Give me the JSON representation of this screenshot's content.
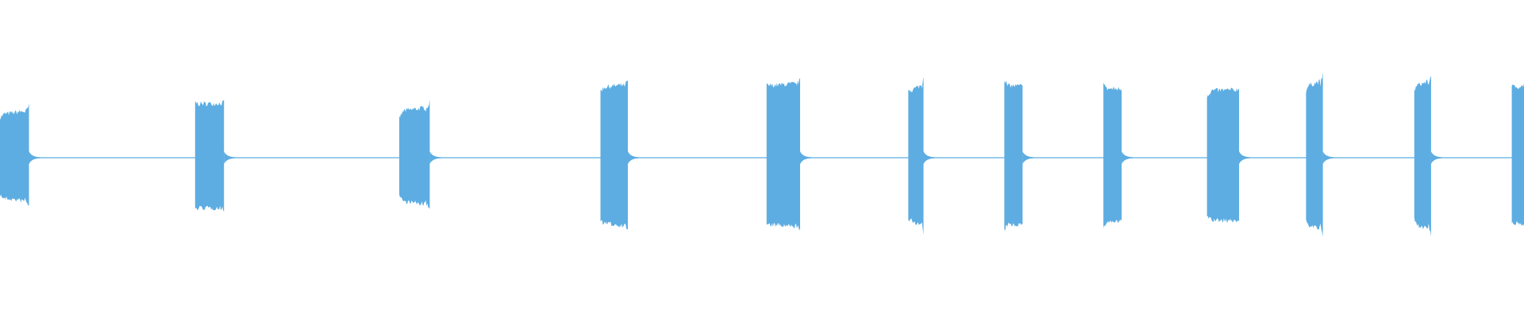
{
  "waveform": {
    "color": "#5DADE2",
    "baseline_color": "#5DADE2",
    "duration": 1.0,
    "bursts": [
      {
        "start": 0.0,
        "end": 0.019,
        "peak_start": 0.48,
        "peak_end": 0.62,
        "sustain": 0.52
      },
      {
        "start": 0.128,
        "end": 0.147,
        "peak_start": 0.66,
        "peak_end": 0.66,
        "sustain": 0.64
      },
      {
        "start": 0.262,
        "end": 0.282,
        "peak_start": 0.48,
        "peak_end": 0.66,
        "sustain": 0.56
      },
      {
        "start": 0.394,
        "end": 0.412,
        "peak_start": 0.8,
        "peak_end": 0.92,
        "sustain": 0.84
      },
      {
        "start": 0.503,
        "end": 0.525,
        "peak_start": 0.86,
        "peak_end": 0.92,
        "sustain": 0.86
      },
      {
        "start": 0.596,
        "end": 0.606,
        "peak_start": 0.82,
        "peak_end": 0.98,
        "sustain": 0.8
      },
      {
        "start": 0.659,
        "end": 0.671,
        "peak_start": 0.94,
        "peak_end": 0.84,
        "sustain": 0.86
      },
      {
        "start": 0.724,
        "end": 0.736,
        "peak_start": 0.92,
        "peak_end": 0.82,
        "sustain": 0.82
      },
      {
        "start": 0.792,
        "end": 0.813,
        "peak_start": 0.74,
        "peak_end": 0.82,
        "sustain": 0.8
      },
      {
        "start": 0.857,
        "end": 0.868,
        "peak_start": 0.8,
        "peak_end": 1.0,
        "sustain": 0.86
      },
      {
        "start": 0.928,
        "end": 0.939,
        "peak_start": 0.8,
        "peak_end": 1.0,
        "sustain": 0.86
      },
      {
        "start": 0.992,
        "end": 1.0,
        "peak_start": 0.86,
        "peak_end": 0.88,
        "sustain": 0.84
      }
    ]
  }
}
